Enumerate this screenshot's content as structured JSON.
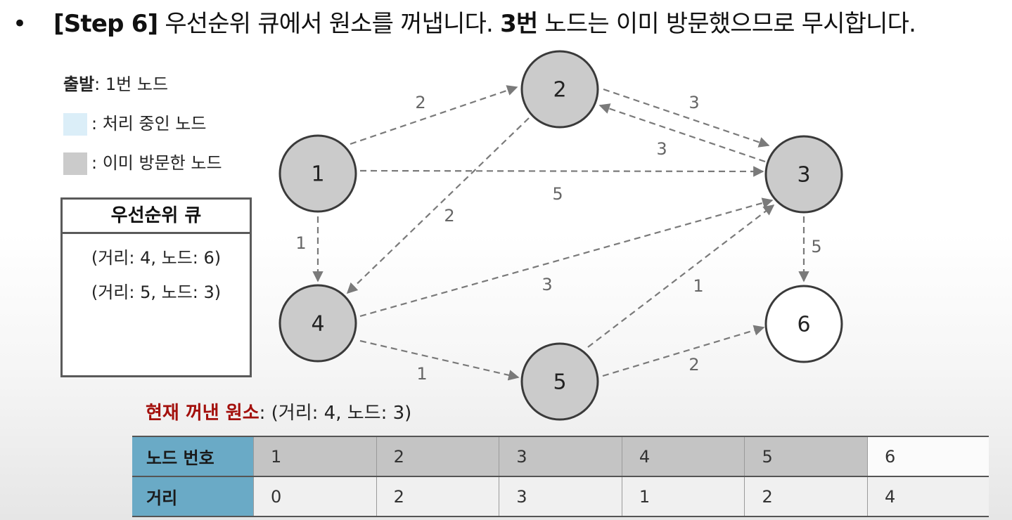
{
  "title": {
    "bullet": "•",
    "step": "[Step 6]",
    "text1": " 우선순위 큐에서 원소를 꺼냅니다. ",
    "bold_node": "3번",
    "text2": " 노드는 이미 방문했으므로 무시합니다."
  },
  "legend": {
    "start_label": "출발",
    "start_value": ": 1번 노드",
    "processing_label": ": 처리 중인 노드",
    "visited_label": ": 이미 방문한 노드",
    "processing_color": "#dbeef8",
    "visited_color": "#cbcbcb"
  },
  "priority_queue": {
    "title": "우선순위 큐",
    "items": [
      "(거리: 4, 노드: 6)",
      "(거리: 5, 노드: 3)"
    ]
  },
  "current_element": {
    "label": "현재 꺼낸 원소",
    "value": ": (거리: 4, 노드: 3)"
  },
  "graph": {
    "nodes": [
      {
        "id": "1",
        "state": "visited"
      },
      {
        "id": "2",
        "state": "visited"
      },
      {
        "id": "3",
        "state": "visited"
      },
      {
        "id": "4",
        "state": "visited"
      },
      {
        "id": "5",
        "state": "visited"
      },
      {
        "id": "6",
        "state": "unvisited"
      }
    ],
    "edges": [
      {
        "from": "1",
        "to": "2",
        "weight": "2"
      },
      {
        "from": "1",
        "to": "3",
        "weight": "5"
      },
      {
        "from": "1",
        "to": "4",
        "weight": "1"
      },
      {
        "from": "2",
        "to": "3",
        "weight": "3"
      },
      {
        "from": "3",
        "to": "2",
        "weight": "3"
      },
      {
        "from": "2",
        "to": "4",
        "weight": "2"
      },
      {
        "from": "4",
        "to": "3",
        "weight": "3"
      },
      {
        "from": "4",
        "to": "5",
        "weight": "1"
      },
      {
        "from": "5",
        "to": "3",
        "weight": "1"
      },
      {
        "from": "3",
        "to": "6",
        "weight": "5"
      },
      {
        "from": "5",
        "to": "6",
        "weight": "2"
      }
    ],
    "visited_color": "#cbcbcb",
    "unvisited_color": "#ffffff",
    "edge_color": "#7a7a7a"
  },
  "table": {
    "row1_header": "노드 번호",
    "row2_header": "거리",
    "nodes": [
      "1",
      "2",
      "3",
      "4",
      "5",
      "6"
    ],
    "distances": [
      "0",
      "2",
      "3",
      "1",
      "2",
      "4"
    ],
    "header_color": "#6aaac6"
  }
}
